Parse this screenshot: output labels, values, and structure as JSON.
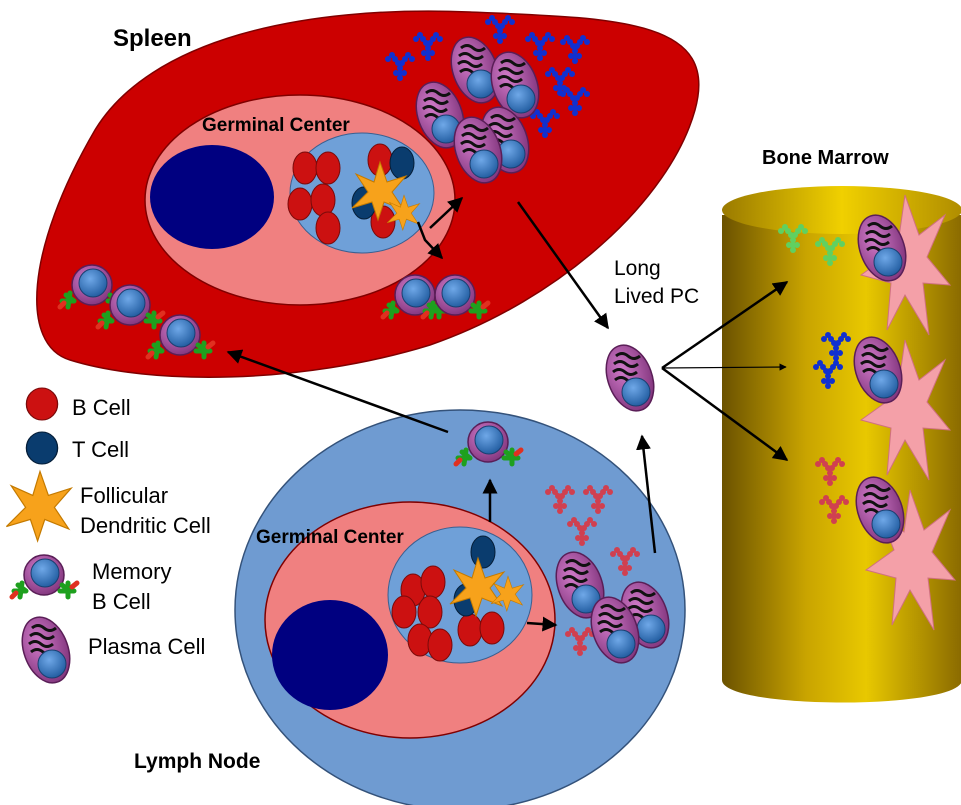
{
  "labels": {
    "spleen": "Spleen",
    "germinal_center_spleen": "Germinal Center",
    "germinal_center_lymph": "Germinal Center",
    "lymph_node": "Lymph Node",
    "bone_marrow": "Bone Marrow",
    "long_lived_pc_line1": "Long",
    "long_lived_pc_line2": "Lived PC"
  },
  "legend": {
    "b_cell": "B Cell",
    "t_cell": "T Cell",
    "fdc_line1": "Follicular",
    "fdc_line2": "Dendritic Cell",
    "memory_line1": "Memory",
    "memory_line2": "B Cell",
    "plasma": "Plasma Cell"
  },
  "colors": {
    "spleen": "#cc0000",
    "germinal_center": "#f08080",
    "lymph_node": "#6f9bd1",
    "follicle_inner": "#6fa0d8",
    "dark_zone": "#000080",
    "b_cell": "#cc1111",
    "t_cell": "#0a3c6e",
    "fdc": "#f7a21b",
    "memory_cell": "#a04b98",
    "plasma_cell": "#a04b98",
    "nucleus": "#2e6fb5",
    "antibody_blue": "#1030d0",
    "antibody_red": "#d04050",
    "antibody_green": "#60d060",
    "bone_marrow": "#d4b000",
    "stromal": "#f4a0a8",
    "receptor_green": "#1ea01e",
    "receptor_red": "#e03020"
  }
}
